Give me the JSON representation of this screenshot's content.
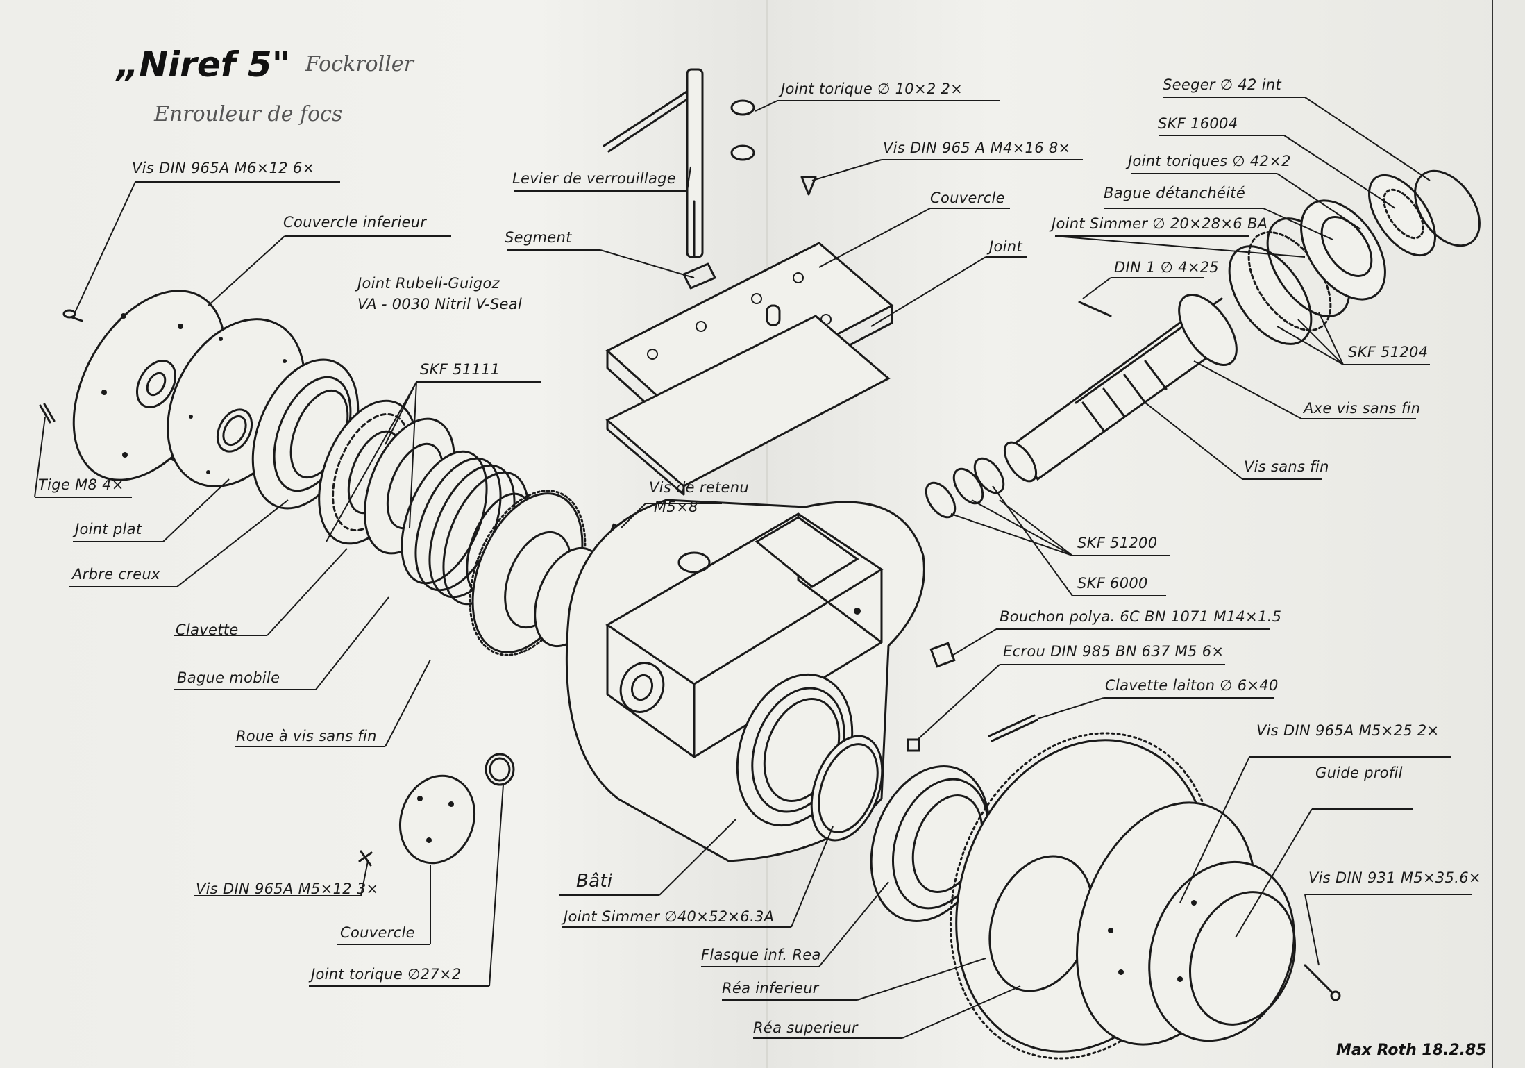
{
  "title": {
    "main": "„Niref 5\"",
    "pencil_note_1": "Fockroller",
    "pencil_note_2": "Enrouleur de focs",
    "signature": "Max Roth 18.2.85"
  },
  "labels": {
    "vis_m6": "Vis DIN 965A  M6×12  6×",
    "couvercle_inferieur": "Couvercle inferieur",
    "joint_rubeli": "Joint Rubeli-Guigoz",
    "joint_rubeli_2": "VA - 0030 Nitril V-Seal",
    "skf_51111": "SKF 51111",
    "tige_m8": "Tige M8  4×",
    "joint_plat": "Joint plat",
    "arbre_creux": "Arbre creux",
    "clavette": "Clavette",
    "bague_mobile": "Bague mobile",
    "roue_vis": "Roue à vis sans fin",
    "joint_torique_10": "Joint torique ∅ 10×2  2×",
    "vis_m4": "Vis DIN 965 A  M4×16  8×",
    "levier": "Levier de verrouillage",
    "segment": "Segment",
    "couvercle_top": "Couvercle",
    "joint": "Joint",
    "vis_retenu_1": "Vis de retenu",
    "vis_retenu_2": "M5×8",
    "seeger": "Seeger ∅ 42 int",
    "skf_16004": "SKF 16004",
    "joint_toriques_42": "Joint toriques ∅ 42×2",
    "bague_etancheite": "Bague détanchéité",
    "joint_simmer_20": "Joint Simmer ∅ 20×28×6 BA",
    "din1": "DIN 1  ∅ 4×25",
    "skf_51204": "SKF 51204",
    "axe_vis": "Axe vis sans fin",
    "vis_sans_fin": "Vis sans fin",
    "skf_51200": "SKF 51200",
    "skf_6000": "SKF 6000",
    "bouchon": "Bouchon polya. 6C  BN 1071  M14×1.5",
    "ecrou": "Ecrou DIN 985  BN 637  M5  6×",
    "clavette_laiton": "Clavette laiton ∅ 6×40",
    "vis_m5_25": "Vis DIN 965A  M5×25  2×",
    "guide_profil": "Guide profil",
    "vis_m5_35": "Vis DIN 931  M5×35.6×",
    "bati": "Bâti",
    "joint_simmer_40": "Joint Simmer ∅40×52×6.3A",
    "flasque": "Flasque inf. Rea",
    "rea_inferieur": "Réa inferieur",
    "rea_superieur": "Réa superieur",
    "vis_m5_12": "Vis DIN 965A M5×12 3×",
    "couvercle_small": "Couvercle",
    "joint_torique_27": "Joint torique ∅27×2"
  }
}
